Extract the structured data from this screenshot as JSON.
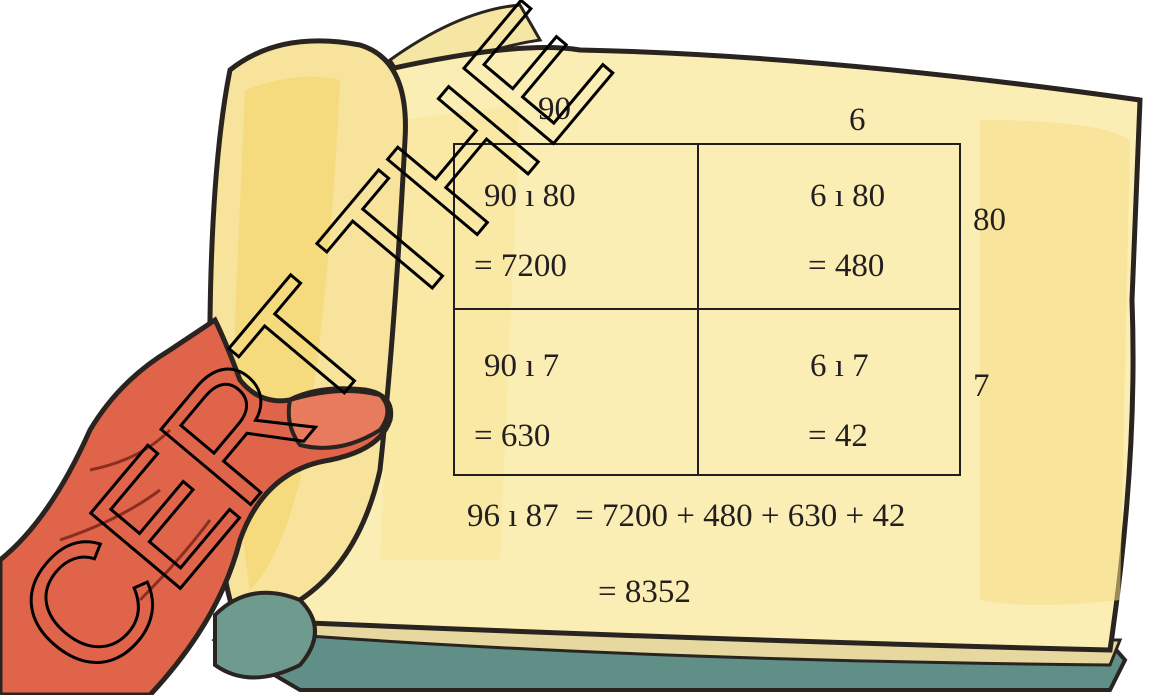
{
  "grid": {
    "column_headers": [
      "90",
      "6"
    ],
    "row_headers": [
      "80",
      "7"
    ],
    "cells": [
      {
        "expr": "90 ı 80",
        "result": "= 7200"
      },
      {
        "expr": "6 ı 80",
        "result": "= 480"
      },
      {
        "expr": "90 ı 7",
        "result": "= 630"
      },
      {
        "expr": "6 ı 7",
        "result": "= 42"
      }
    ]
  },
  "sum": {
    "line1": "96 ı 87  = 7200 + 480 + 630 + 42",
    "line2": "= 8352"
  },
  "watermark": {
    "text": "CERT THE",
    "color": "#000000"
  },
  "colors": {
    "page": "#fbeeb4",
    "page_edge": "#f3d36a",
    "hand": "#e0644a",
    "outline": "#2a2420",
    "cover": "#5f8f86"
  }
}
